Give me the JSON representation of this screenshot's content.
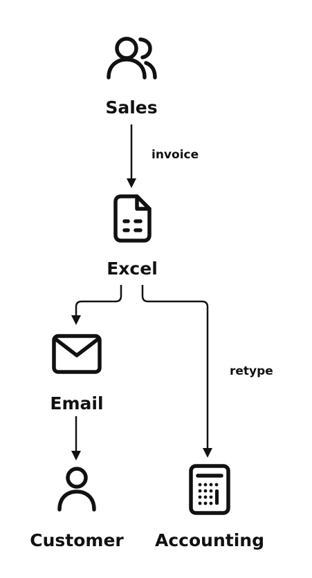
{
  "nodes": {
    "sales": {
      "label": "Sales",
      "icon": "users-icon"
    },
    "excel": {
      "label": "Excel",
      "icon": "spreadsheet-file-icon"
    },
    "email": {
      "label": "Email",
      "icon": "envelope-icon"
    },
    "customer": {
      "label": "Customer",
      "icon": "user-icon"
    },
    "accounting": {
      "label": "Accounting",
      "icon": "calculator-icon"
    }
  },
  "edges": [
    {
      "from": "Sales",
      "to": "Excel",
      "label": "invoice"
    },
    {
      "from": "Excel",
      "to": "Email",
      "label": ""
    },
    {
      "from": "Excel",
      "to": "Accounting",
      "label": "retype"
    },
    {
      "from": "Email",
      "to": "Customer",
      "label": ""
    }
  ],
  "colors": {
    "ink": "#111111",
    "background": "#ffffff"
  }
}
